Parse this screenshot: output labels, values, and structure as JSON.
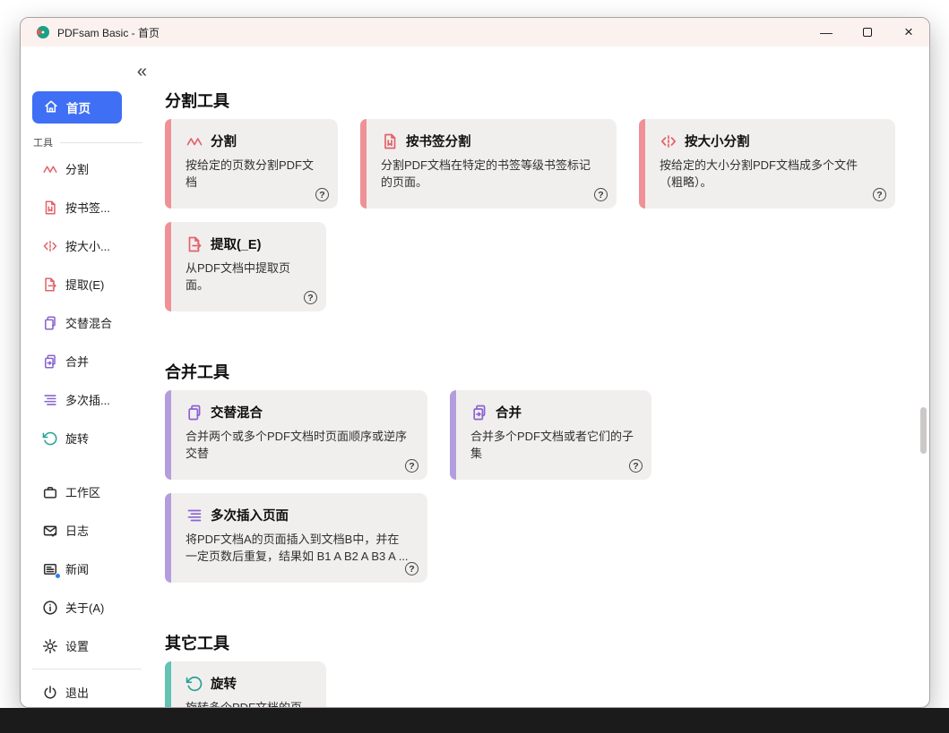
{
  "window": {
    "title": "PDFsam Basic - 首页",
    "controls": {
      "minimize": "—",
      "maximize": "□",
      "close": "×"
    }
  },
  "sidebar": {
    "collapse_glyph": "«",
    "home": {
      "label": "首页",
      "icon": "home-icon"
    },
    "tools_section_label": "工具",
    "tool_items": [
      {
        "label": "分割",
        "icon": "split-icon"
      },
      {
        "label": "按书签...",
        "icon": "split-by-bookmarks-icon"
      },
      {
        "label": "按大小...",
        "icon": "split-by-size-icon"
      },
      {
        "label": "提取(E)",
        "icon": "extract-icon"
      },
      {
        "label": "交替混合",
        "icon": "alternate-mix-icon"
      },
      {
        "label": "合并",
        "icon": "merge-icon"
      },
      {
        "label": "多次插...",
        "icon": "insert-multiple-icon"
      },
      {
        "label": "旋转",
        "icon": "rotate-icon"
      }
    ],
    "bottom_items": [
      {
        "label": "工作区",
        "icon": "workspace-icon"
      },
      {
        "label": "日志",
        "icon": "logs-icon"
      },
      {
        "label": "新闻",
        "icon": "news-icon",
        "notification_dot": true
      },
      {
        "label": "关于(A)",
        "icon": "about-icon"
      },
      {
        "label": "设置",
        "icon": "settings-icon"
      }
    ],
    "exit": {
      "label": "退出",
      "icon": "power-icon"
    }
  },
  "main": {
    "help_glyph": "?",
    "sections": [
      {
        "title": "分割工具",
        "accent_color": "#ef9196",
        "cards": [
          {
            "title": "分割",
            "description": "按给定的页数分割PDF文档",
            "icon": "split-icon"
          },
          {
            "title": "按书签分割",
            "description": "分割PDF文档在特定的书签等级书签标记的页面。",
            "icon": "split-by-bookmarks-icon"
          },
          {
            "title": "按大小分割",
            "description": "按给定的大小分割PDF文档成多个文件（粗略）。",
            "icon": "split-by-size-icon"
          },
          {
            "title": "提取(_E)",
            "description": "从PDF文档中提取页面。",
            "icon": "extract-icon"
          }
        ]
      },
      {
        "title": "合并工具",
        "accent_color": "#b49ddd",
        "cards": [
          {
            "title": "交替混合",
            "description": "合并两个或多个PDF文档时页面顺序或逆序交替",
            "icon": "alternate-mix-icon"
          },
          {
            "title": "合并",
            "description": "合并多个PDF文档或者它们的子集",
            "icon": "merge-icon"
          },
          {
            "title": "多次插入页面",
            "description": "将PDF文档A的页面插入到文档B中，并在一定页数后重复，结果如 B1 A B2 A B3 A ...",
            "icon": "insert-multiple-icon"
          }
        ]
      },
      {
        "title": "其它工具",
        "accent_color": "#62c2b3",
        "cards": [
          {
            "title": "旋转",
            "description": "旋转多个PDF文档的页面",
            "icon": "rotate-icon"
          }
        ]
      }
    ]
  },
  "colors": {
    "titlebar_bg": "#fbf2f0",
    "active_item_blue": "#3e6ff5",
    "card_bg": "#f1efee",
    "accent_red": "#ef9196",
    "accent_purple": "#b49ddd",
    "accent_teal": "#62c2b3",
    "icon_red": "#e2636b",
    "icon_purple": "#8a63d2",
    "icon_teal": "#27a394",
    "notification_dot_blue": "#2e7cf6"
  }
}
